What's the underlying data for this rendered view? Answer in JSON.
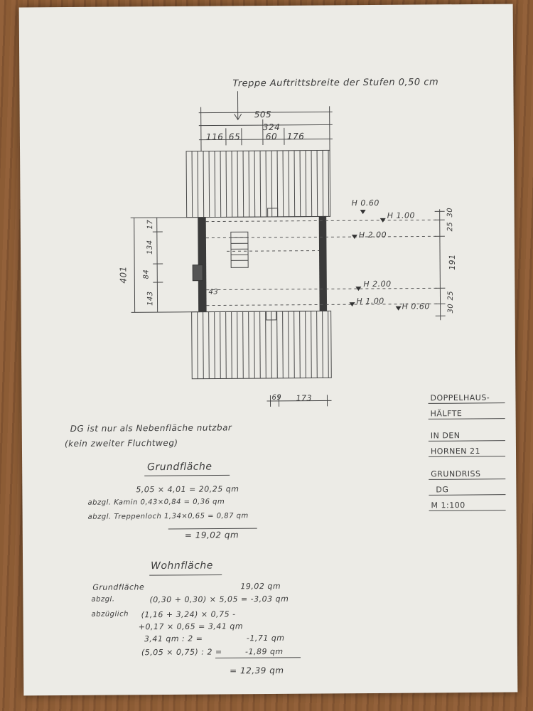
{
  "plan": {
    "stair_note": "Treppe Auftrittsbreite der Stufen 0,50 cm",
    "dim_top_total": "505",
    "dim_top_sub": "324",
    "dim_top_segments": [
      "116",
      "65",
      "60",
      "176"
    ],
    "dim_left_total": "401",
    "dim_left_segments": [
      "17",
      "134",
      "84",
      "143"
    ],
    "dim_right_segments": [
      "30",
      "25",
      "191",
      "25",
      "30"
    ],
    "dim_bottom_segments": [
      "69",
      "173"
    ],
    "chimney_dim": "43",
    "heights": [
      "H 0.60",
      "H 1.00",
      "H 2.00",
      "H 2.00",
      "H 1.00",
      "H 0.60"
    ]
  },
  "title_block": {
    "line1": "DOPPELHAUS-",
    "line2": "HÄLFTE",
    "line3": "IN DEN",
    "line4": "HORNEN 21",
    "line5": "GRUNDRISS",
    "line6": "DG",
    "line7": "M 1:100"
  },
  "notes": {
    "line1": "DG ist nur als Nebenfläche nutzbar",
    "line2": "(kein zweiter Fluchtweg)"
  },
  "grundflaeche": {
    "heading": "Grundfläche",
    "row1": "5,05 × 4,01 = 20,25 qm",
    "row2": "abzgl. Kamin 0,43×0,84 = 0,36 qm",
    "row3": "abzgl. Treppenloch 1,34×0,65 = 0,87 qm",
    "result": "= 19,02 qm"
  },
  "wohnflaeche": {
    "heading": "Wohnfläche",
    "row1_label": "Grundfläche",
    "row1_value": "19,02 qm",
    "row2_label": "abzgl.",
    "row2_value": "(0,30 + 0,30) × 5,05 = -3,03 qm",
    "row3_label": "abzüglich",
    "row3_value": "(1,16 + 3,24) × 0,75 -",
    "row4_value": "+0,17 × 0,65 = 3,41 qm",
    "row5_value": "3,41 qm : 2 =",
    "row5_result": "-1,71 qm",
    "row6_value": "(5,05 × 0,75) : 2 =",
    "row6_result": "-1,89 qm",
    "result": "= 12,39 qm"
  }
}
